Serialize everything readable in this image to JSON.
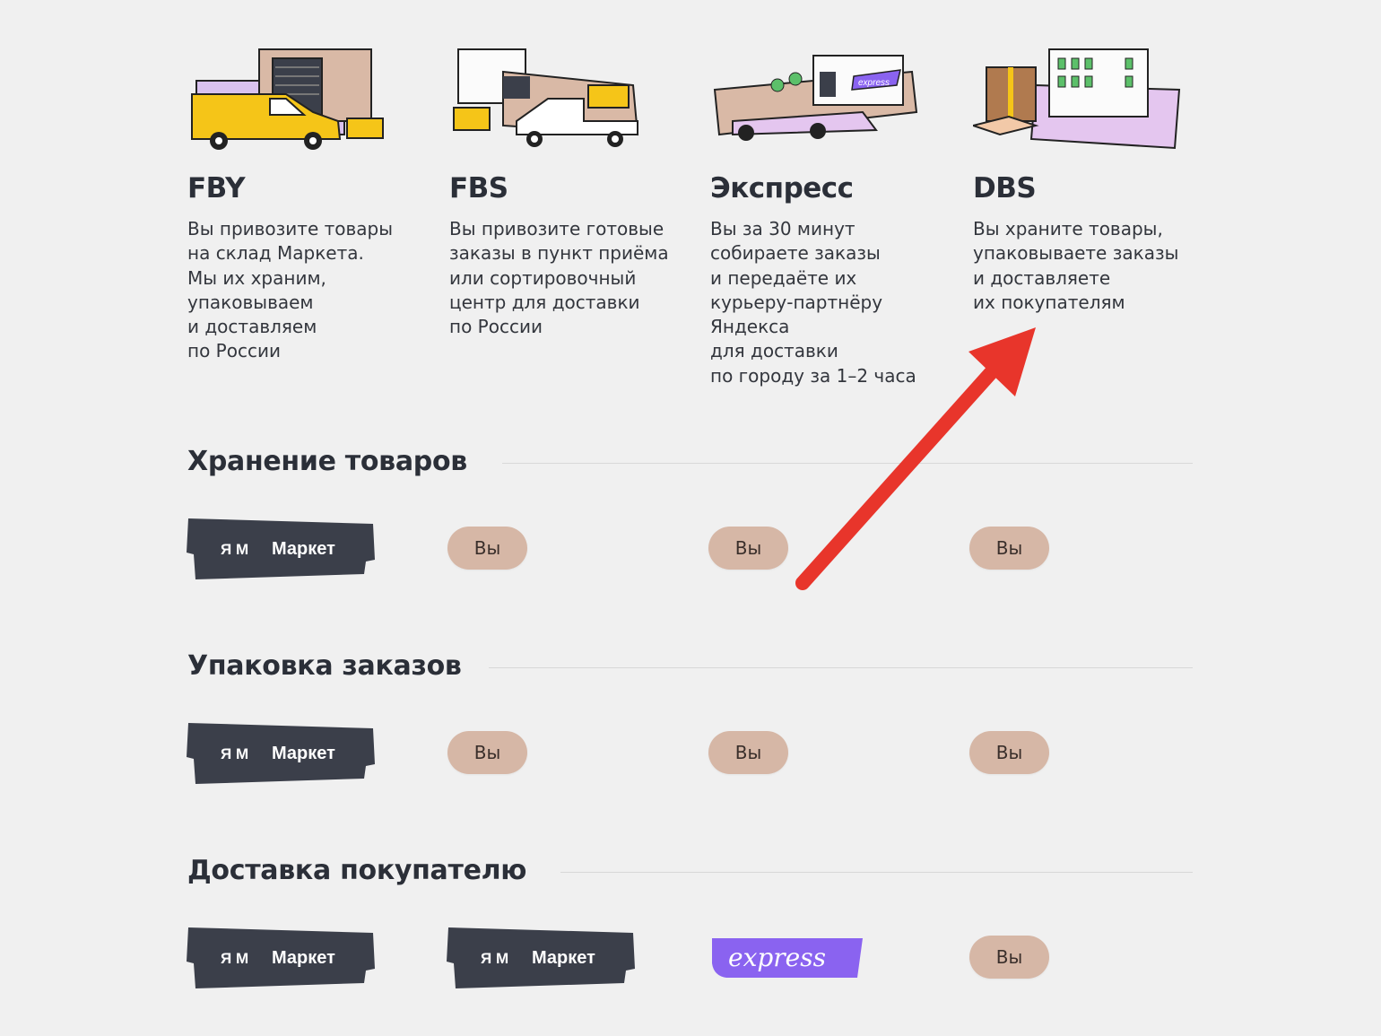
{
  "columns": [
    {
      "title": "FBY",
      "description": "Вы привозите товары\nна склад Маркета.\nМы их храним,\nупаковываем\nи доставляем\nпо России"
    },
    {
      "title": "FBS",
      "description": "Вы привозите готовые\nзаказы в пункт приёма\nили сортировочный\nцентр для доставки\nпо России"
    },
    {
      "title": "Экспресс",
      "description": "Вы за 30 минут\nсобираете заказы\nи передаёте их\nкурьеру-партнёру\nЯндекса\nдля доставки\nпо городу за 1–2 часа"
    },
    {
      "title": "DBS",
      "description": "Вы храните товары,\nупаковываете заказы\nи доставляете\nих покупателям"
    }
  ],
  "sections": [
    {
      "title": "Хранение товаров",
      "cells": [
        "Маркет",
        "Вы",
        "Вы",
        "Вы"
      ]
    },
    {
      "title": "Упаковка заказов",
      "cells": [
        "Маркет",
        "Вы",
        "Вы",
        "Вы"
      ]
    },
    {
      "title": "Доставка покупателю",
      "cells": [
        "Маркет",
        "Маркет",
        "express",
        "Вы"
      ]
    }
  ],
  "badges": {
    "market_logo": "Я М",
    "market_label": "Маркет",
    "you_label": "Вы",
    "express_label": "express"
  },
  "illustrations": {
    "express_sign": "express"
  },
  "colors": {
    "market_badge": "#3b3f4a",
    "you_chip": "#d6b7a6",
    "express": "#8a63f0",
    "arrow": "#e8352b"
  }
}
